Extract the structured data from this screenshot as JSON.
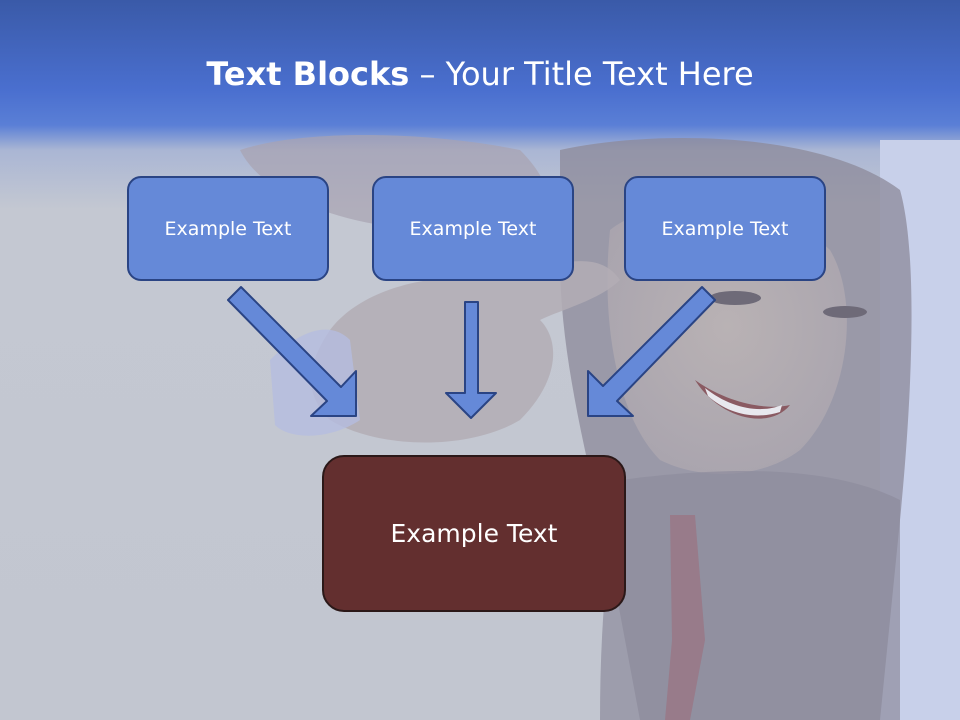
{
  "slide": {
    "title_bold": "Text Blocks",
    "title_separator": "–",
    "title_rest": "Your Title Text Here",
    "boxes_top": [
      {
        "label": "Example Text"
      },
      {
        "label": "Example Text"
      },
      {
        "label": "Example Text"
      }
    ],
    "box_bottom": {
      "label": "Example Text"
    }
  },
  "colors": {
    "title_band": "#4a6fcf",
    "top_box_fill": "#6589d8",
    "top_box_border": "#2a4484",
    "bottom_box_fill": "#632f2f",
    "arrow_fill": "#6589d8",
    "arrow_stroke": "#2a4484"
  }
}
